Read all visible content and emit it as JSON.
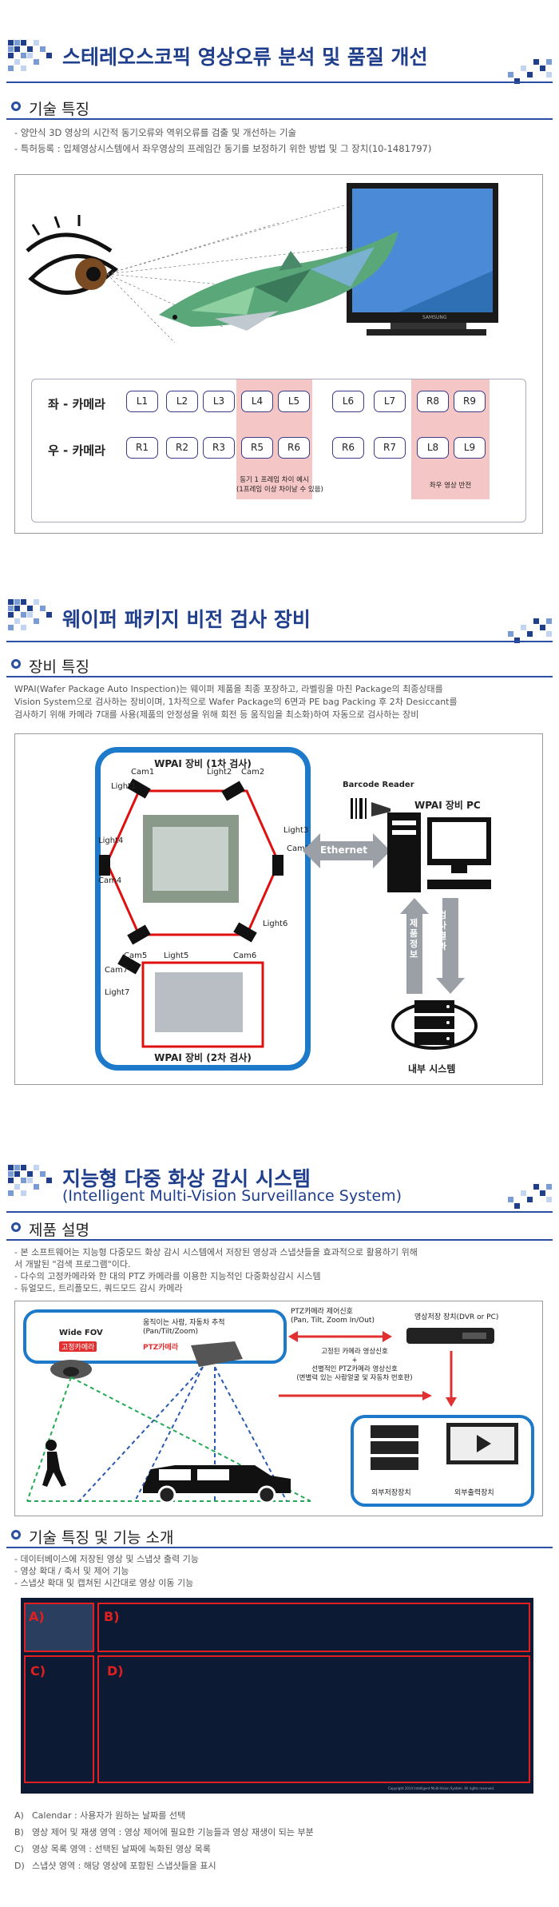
{
  "section1": {
    "title": "스테레오스코픽 영상오류 분석 및 품질 개선",
    "sub_title": "기술 특징",
    "lines": [
      "-   양안식 3D 영상의 시간적 동기오류와 역위오류를 검출 및 개선하는 기술",
      "-   특허등록 : 입체영상시스템에서 좌우영상의 프레임간 동기를 보정하기 위한 방법 및 그 장치(10-1481797)"
    ],
    "diagram": {
      "left_label": "좌 - 카메라",
      "right_label": "우 - 카메라",
      "left_cells": [
        "L1",
        "L2",
        "L3",
        "L4",
        "L5",
        "L6",
        "L7",
        "R8",
        "R9"
      ],
      "right_cells": [
        "R1",
        "R2",
        "R3",
        "R5",
        "R6",
        "R6",
        "R7",
        "L8",
        "L9"
      ],
      "note1_line1": "동기 1 프레임 차이 예시",
      "note1_line2": "(1프레임 이상 차이날 수 있음)",
      "note2": "좌우 영상 반전",
      "tv_brand": "SAMSUNG"
    }
  },
  "section2": {
    "title": "웨이퍼 패키지 비전 검사 장비",
    "sub_title": "장비 특징",
    "lines": [
      "WPAI(Wafer Package Auto Inspection)는 웨이퍼 제품을 최종 포장하고, 라벨링을 마친 Package의 최종상태를",
      "Vision System으로 검사하는 장비이며, 1차적으로 Wafer Package의 6면과 PE bag Packing 후 2차 Desiccant를",
      "검사하기 위해 카메라 7대를 사용(제품의 안정성을 위해 회전 등 움직임을 최소화)하여 자동으로 검사하는 장비"
    ],
    "diagram": {
      "box_title": "WPAI 장비 (1차 검사)",
      "box_title2": "WPAI 장비 (2차 검사)",
      "cams": [
        "Cam1",
        "Cam2",
        "Cam3",
        "Cam4",
        "Cam5",
        "Cam6",
        "Cam7"
      ],
      "lights": [
        "Light1",
        "Light2",
        "Light3",
        "Light4",
        "Light5",
        "Light6",
        "Light7"
      ],
      "barcode": "Barcode Reader",
      "pc": "WPAI 장비 PC",
      "ethernet": "Ethernet",
      "arrow_up": "제품정보",
      "arrow_down": "검사결과",
      "internal": "내부 시스템"
    }
  },
  "section3": {
    "title": "지능형 다중 화상 감시 시스템",
    "subtitle": "(Intelligent Multi-Vision Surveillance System)",
    "sub_title": "제품 설명",
    "lines": [
      "-   본 소프트웨어는 지능형 다중모드 화상 감시 시스템에서 저장된 영상과 스냅샷들을 효과적으로 활용하기 위해",
      "    서 개발된 \"검색 프로그램\"이다.",
      "-   다수의 고정카메라와 한 대의 PTZ 카메라를 이용한 지능적인 다중화상감시 시스템",
      "-   듀얼모드, 트리플모드, 쿼드모드 감시 카메라"
    ],
    "diagram": {
      "wide_fov": "Wide FOV",
      "fixed_cam": "고정카메라",
      "track_line1": "움직이는 사람, 자동차 추적",
      "track_line2": "(Pan/Tilt/Zoom)",
      "ptz_cam": "PTZ카메라",
      "ctrl_line1": "PTZ카메라 제어신호",
      "ctrl_line2": "(Pan, Tilt, Zoom In/Out)",
      "storage": "영상저장 장치(DVR or PC)",
      "sig1": "고정된 카메라 영상신호",
      "plus": "+",
      "sig2": "선별적인 PTZ카메라 영상신호",
      "sig3": "(변별력 있는 사람얼굴 및 자동차 번호판)",
      "ext_store": "외부저장장치",
      "ext_out": "외부출력장치"
    },
    "sub_title2": "기술 특징 및 기능 소개",
    "lines2": [
      "-   데이터베이스에 저장된 영상 및 스냅샷 출력 기능",
      "-   영상 확대 / 축서 및 제어 기능",
      "-   스냅샷 확대 및 캡쳐된 시간대로 영상 이동 기능"
    ],
    "screen_labels": [
      "A)",
      "B)",
      "C)",
      "D)"
    ],
    "screen_copyright": "Copyright 2014 Intelligent Multi-Vision System. All rights reserved.",
    "legend": [
      {
        "key": "A)",
        "text": "Calendar : 사용자가 원하는 날짜를 선택"
      },
      {
        "key": "B)",
        "text": "영상 제어 및 재생 영역 : 영상 제어에 필요한 기능들과 영상 재생이 되는 부분"
      },
      {
        "key": "C)",
        "text": "영상 목록 영역 : 선택된 날짜에 녹화된 영상 목록"
      },
      {
        "key": "D)",
        "text": "스냅샷 영역 : 해당 영상에 포함된 스냅샷들을 표시"
      }
    ]
  }
}
